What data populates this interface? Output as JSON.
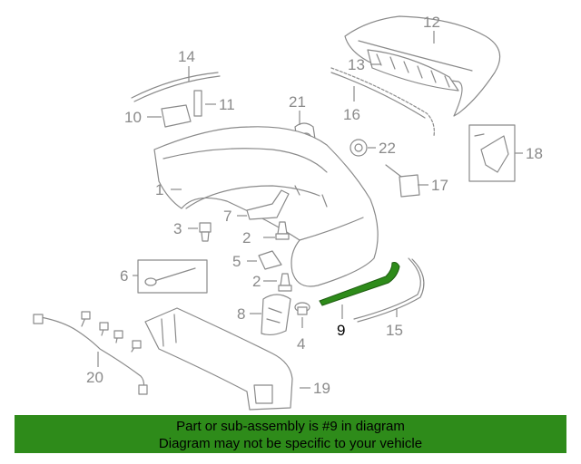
{
  "diagram": {
    "highlight_color": "#2e8b1a",
    "selected_part": "9",
    "callouts": [
      "1",
      "2",
      "2",
      "3",
      "4",
      "5",
      "6",
      "7",
      "8",
      "9",
      "10",
      "11",
      "12",
      "13",
      "14",
      "15",
      "16",
      "17",
      "18",
      "19",
      "20",
      "21",
      "22"
    ]
  },
  "banner": {
    "line1": "Part or sub-assembly is #9 in diagram",
    "line2": "Diagram may not be specific to your vehicle"
  }
}
